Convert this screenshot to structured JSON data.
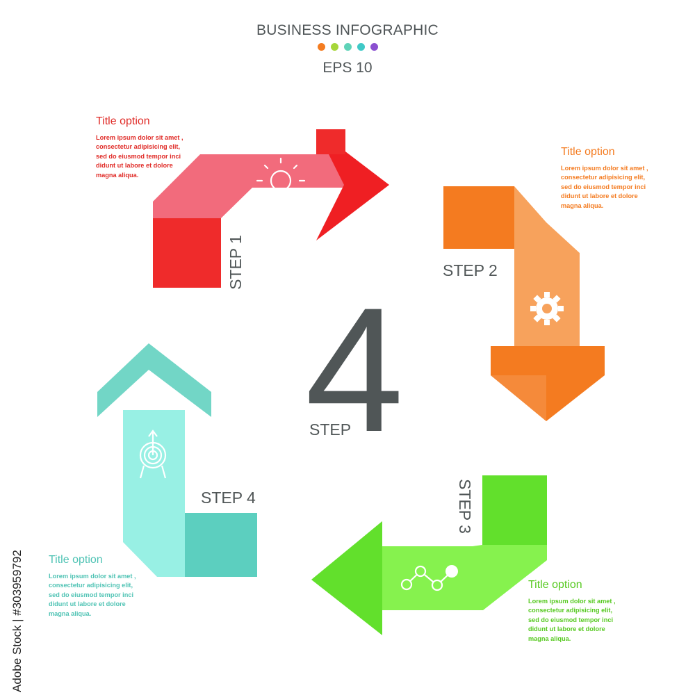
{
  "header": {
    "title": "BUSINESS INFOGRAPHIC",
    "subtitle": "EPS 10",
    "dots": [
      "#f47c20",
      "#a6d63a",
      "#5fd3b8",
      "#3fc9c7",
      "#8a4fd0"
    ]
  },
  "center": {
    "number": "4",
    "label": "STEP"
  },
  "steps": [
    {
      "label": "STEP 1",
      "title": "Title option",
      "icon": "lightbulb-icon",
      "colors": {
        "main": "#f26b7c",
        "dark": "#ef2b2b",
        "text": "#e02b27"
      },
      "lines": [
        "Lorem ipsum dolor sit amet ,",
        "consectetur adipisicing elit,",
        "sed do eiusmod tempor inci",
        "didunt ut labore et dolore",
        "magna aliqua."
      ]
    },
    {
      "label": "STEP 2",
      "title": "Title option",
      "icon": "gear-icon",
      "colors": {
        "main": "#f7a25c",
        "dark": "#f47b20",
        "text": "#f47b20"
      },
      "lines": [
        "Lorem ipsum dolor sit amet ,",
        "consectetur adipisicing elit,",
        "sed do eiusmod tempor inci",
        "didunt ut labore et dolore",
        "magna aliqua."
      ]
    },
    {
      "label": "STEP 3",
      "title": "Title option",
      "icon": "connected-dots-icon",
      "colors": {
        "main": "#86f24e",
        "dark": "#62e02c",
        "text": "#56c920"
      },
      "lines": [
        "Lorem ipsum dolor sit amet ,",
        "consectetur adipisicing elit,",
        "sed do eiusmod tempor inci",
        "didunt ut labore et dolore",
        "magna aliqua."
      ]
    },
    {
      "label": "STEP 4",
      "title": "Title option",
      "icon": "target-icon",
      "colors": {
        "main": "#98f0e4",
        "dark": "#5ccfbf",
        "text": "#4fc3b4"
      },
      "lines": [
        "Lorem ipsum dolor sit amet ,",
        "consectetur adipisicing elit,",
        "sed do eiusmod tempor inci",
        "didunt ut labore et dolore",
        "magna aliqua."
      ]
    }
  ],
  "watermark": {
    "text": "Adobe Stock | #303959792"
  }
}
